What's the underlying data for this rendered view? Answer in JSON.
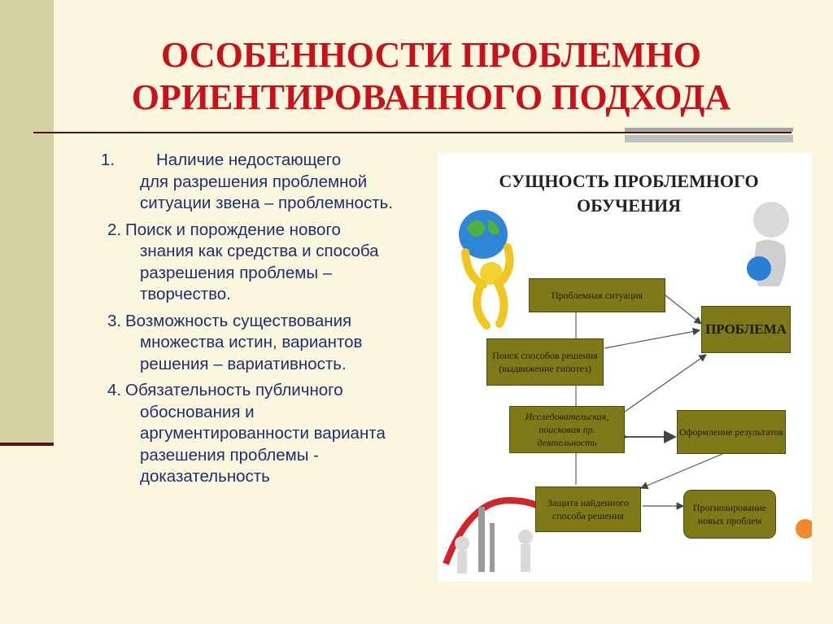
{
  "title": {
    "line1": "ОСОБЕННОСТИ ПРОБЛЕМНО",
    "line2": "ОРИЕНТИРОВАННОГО ПОДХОДА"
  },
  "list": [
    {
      "num": "1.",
      "lead": "Наличие недостающего",
      "rest": "для разрешения проблемной ситуации звена – проблемность."
    },
    {
      "num": "2.",
      "lead": "Поиск и порождение нового",
      "rest": "знания как средства и способа разрешения проблемы – творчество."
    },
    {
      "num": "3.",
      "lead": "Возможность существования",
      "rest": "множества истин, вариантов решения – вариативность."
    },
    {
      "num": "4.",
      "lead": "Обязательность публичного",
      "rest": "обоснования и аргументированности варианта разешения проблемы - доказательность"
    }
  ],
  "diagram": {
    "title_line1": "СУЩНОСТЬ ПРОБЛЕМНОГО",
    "title_line2": "ОБУЧЕНИЯ",
    "boxes": {
      "situation": "Проблемная ситуация",
      "problem": "ПРОБЛЕМА",
      "search_line1": "Поиск способов решения",
      "search_line2": "(выдвижение гипотез)",
      "research_line1": "Исследовательская,",
      "research_line2": "поисковая пр. деятельность",
      "results": "Оформление результатов",
      "defense_line1": "Защита найденного",
      "defense_line2": "способа решения",
      "forecast_line1": "Прогнозирование",
      "forecast_line2": "новых проблем"
    }
  },
  "colors": {
    "title": "#c8121b",
    "list_text": "#1f2f6e",
    "left_bar": "#d4d1a3",
    "box": "#7e7a1a",
    "background": "#fbf7df"
  }
}
